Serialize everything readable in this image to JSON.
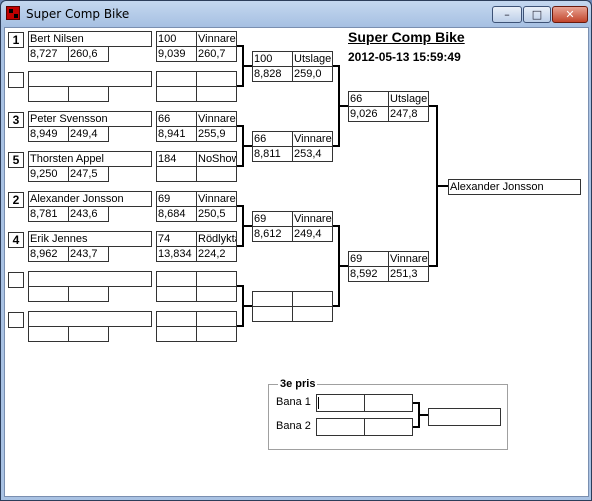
{
  "window": {
    "title": "Super Comp Bike",
    "min_symbol": "–",
    "max_symbol": "□",
    "close_symbol": "✕"
  },
  "header": {
    "title": "Super Comp Bike",
    "datetime": "2012-05-13 15:59:49"
  },
  "round1": [
    {
      "seed": "1",
      "name": "Bert Nilsen",
      "time": "8,727",
      "speed": "260,6"
    },
    {
      "seed": "",
      "name": "",
      "time": "",
      "speed": ""
    },
    {
      "seed": "3",
      "name": "Peter Svensson",
      "time": "8,949",
      "speed": "249,4"
    },
    {
      "seed": "5",
      "name": "Thorsten Appel",
      "time": "9,250",
      "speed": "247,5"
    },
    {
      "seed": "2",
      "name": "Alexander Jonsson",
      "time": "8,781",
      "speed": "243,6"
    },
    {
      "seed": "4",
      "name": "Erik Jennes",
      "time": "8,962",
      "speed": "243,7"
    },
    {
      "seed": "",
      "name": "",
      "time": "",
      "speed": ""
    },
    {
      "seed": "",
      "name": "",
      "time": "",
      "speed": ""
    }
  ],
  "round1_results": [
    {
      "reaction": "100",
      "status": "Vinnare",
      "time": "9,039",
      "speed": "260,7"
    },
    {
      "reaction": "",
      "status": "",
      "time": "",
      "speed": ""
    },
    {
      "reaction": "66",
      "status": "Vinnare",
      "time": "8,941",
      "speed": "255,9"
    },
    {
      "reaction": "184",
      "status": "NoShow",
      "time": "",
      "speed": ""
    },
    {
      "reaction": "69",
      "status": "Vinnare",
      "time": "8,684",
      "speed": "250,5"
    },
    {
      "reaction": "74",
      "status": "Rödlyktä",
      "time": "13,834",
      "speed": "224,2"
    },
    {
      "reaction": "",
      "status": "",
      "time": "",
      "speed": ""
    },
    {
      "reaction": "",
      "status": "",
      "time": "",
      "speed": ""
    }
  ],
  "round2": [
    {
      "reaction": "100",
      "status": "Utslagen",
      "time": "8,828",
      "speed": "259,0"
    },
    {
      "reaction": "66",
      "status": "Vinnare",
      "time": "8,811",
      "speed": "253,4"
    },
    {
      "reaction": "69",
      "status": "Vinnare",
      "time": "8,612",
      "speed": "249,4"
    },
    {
      "reaction": "",
      "status": "",
      "time": "",
      "speed": ""
    }
  ],
  "round3": [
    {
      "reaction": "66",
      "status": "Utslagen",
      "time": "9,026",
      "speed": "247,8"
    },
    {
      "reaction": "69",
      "status": "Vinnare",
      "time": "8,592",
      "speed": "251,3"
    }
  ],
  "winner": "Alexander Jonsson",
  "third_place": {
    "legend": "3e pris",
    "lane1_label": "Bana 1",
    "lane2_label": "Bana 2"
  }
}
